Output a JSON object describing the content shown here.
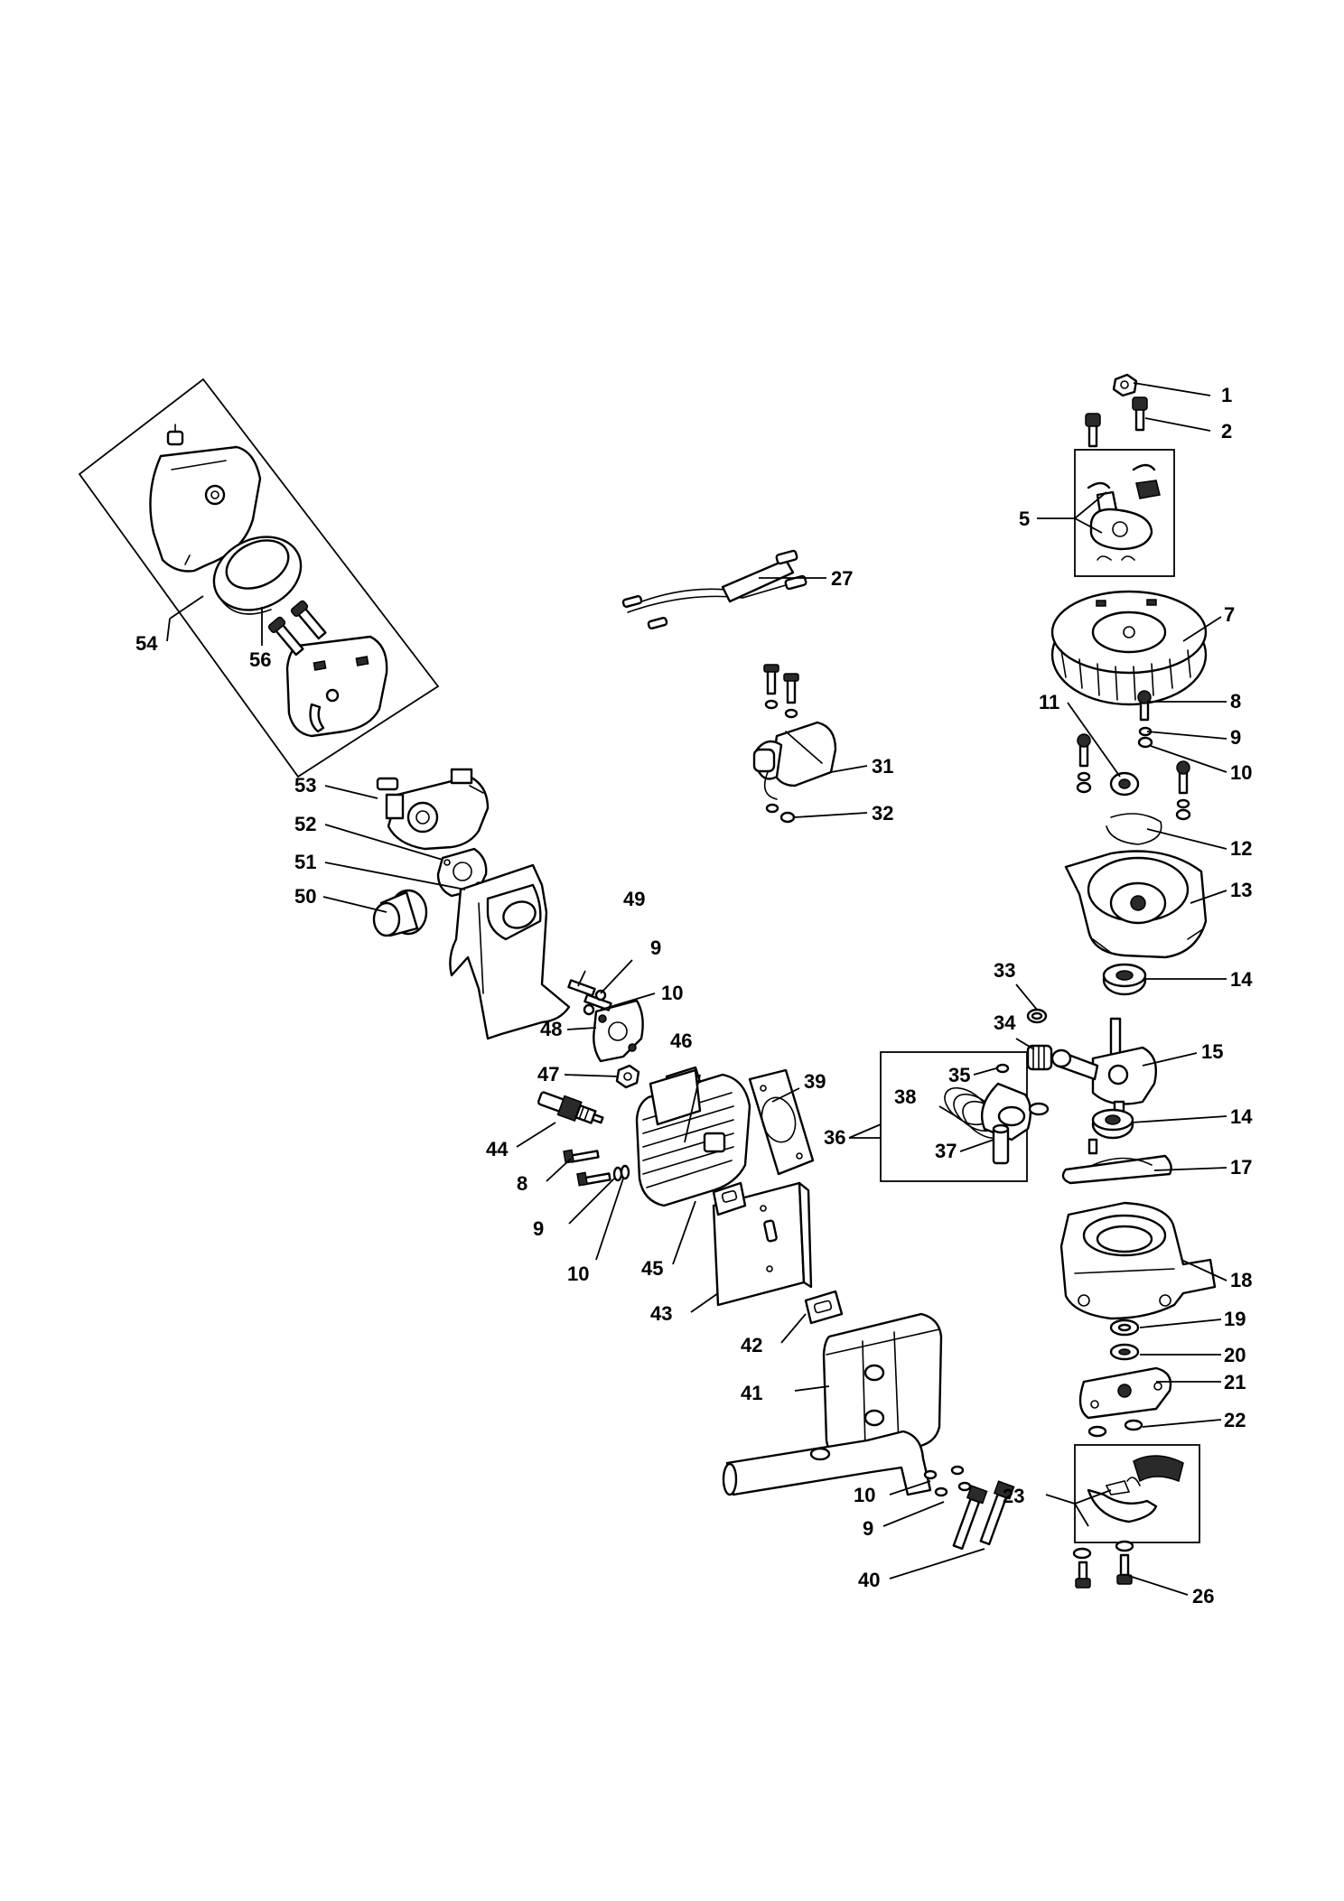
{
  "callouts": [
    {
      "id": "c1",
      "text": "1"
    },
    {
      "id": "c2",
      "text": "2"
    },
    {
      "id": "c5",
      "text": "5"
    },
    {
      "id": "c7",
      "text": "7"
    },
    {
      "id": "c8a",
      "text": "8"
    },
    {
      "id": "c9a",
      "text": "9"
    },
    {
      "id": "c10a",
      "text": "10"
    },
    {
      "id": "c11",
      "text": "11"
    },
    {
      "id": "c12",
      "text": "12"
    },
    {
      "id": "c13",
      "text": "13"
    },
    {
      "id": "c14a",
      "text": "14"
    },
    {
      "id": "c15",
      "text": "15"
    },
    {
      "id": "c14b",
      "text": "14"
    },
    {
      "id": "c17",
      "text": "17"
    },
    {
      "id": "c18",
      "text": "18"
    },
    {
      "id": "c19",
      "text": "19"
    },
    {
      "id": "c20",
      "text": "20"
    },
    {
      "id": "c21",
      "text": "21"
    },
    {
      "id": "c22",
      "text": "22"
    },
    {
      "id": "c23",
      "text": "23"
    },
    {
      "id": "c26",
      "text": "26"
    },
    {
      "id": "c27",
      "text": "27"
    },
    {
      "id": "c31",
      "text": "31"
    },
    {
      "id": "c32",
      "text": "32"
    },
    {
      "id": "c33",
      "text": "33"
    },
    {
      "id": "c34",
      "text": "34"
    },
    {
      "id": "c35",
      "text": "35"
    },
    {
      "id": "c36",
      "text": "36"
    },
    {
      "id": "c37",
      "text": "37"
    },
    {
      "id": "c38",
      "text": "38"
    },
    {
      "id": "c39",
      "text": "39"
    },
    {
      "id": "c40",
      "text": "40"
    },
    {
      "id": "c41",
      "text": "41"
    },
    {
      "id": "c42",
      "text": "42"
    },
    {
      "id": "c43",
      "text": "43"
    },
    {
      "id": "c44",
      "text": "44"
    },
    {
      "id": "c45",
      "text": "45"
    },
    {
      "id": "c46",
      "text": "46"
    },
    {
      "id": "c47",
      "text": "47"
    },
    {
      "id": "c48",
      "text": "48"
    },
    {
      "id": "c49",
      "text": "49"
    },
    {
      "id": "c9b",
      "text": "9"
    },
    {
      "id": "c10b",
      "text": "10"
    },
    {
      "id": "c50",
      "text": "50"
    },
    {
      "id": "c51",
      "text": "51"
    },
    {
      "id": "c52",
      "text": "52"
    },
    {
      "id": "c53",
      "text": "53"
    },
    {
      "id": "c54",
      "text": "54"
    },
    {
      "id": "c56",
      "text": "56"
    },
    {
      "id": "c8b",
      "text": "8"
    },
    {
      "id": "c9c",
      "text": "9"
    },
    {
      "id": "c10c",
      "text": "10"
    },
    {
      "id": "c10d",
      "text": "10"
    },
    {
      "id": "c9d",
      "text": "9"
    }
  ]
}
